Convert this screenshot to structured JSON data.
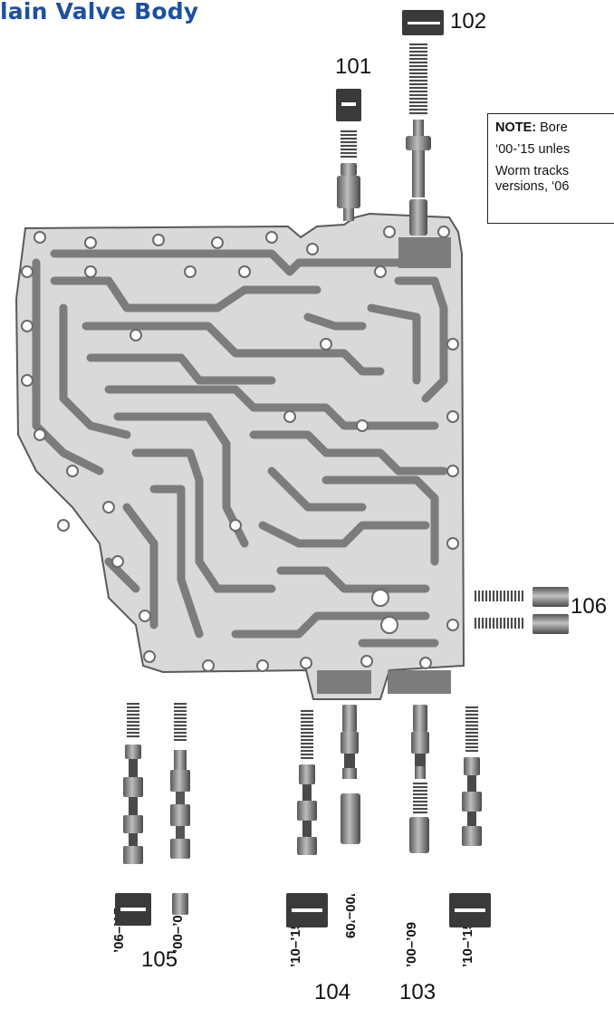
{
  "header": {
    "title": "lain Valve Body"
  },
  "callouts": {
    "c101": "101",
    "c102": "102",
    "c103": "103",
    "c104": "104",
    "c105": "105",
    "c106": "106"
  },
  "note": {
    "label": "NOTE:",
    "line1": " Bore",
    "line2": "‘00-’15 unles",
    "line3": "Worm tracks",
    "line4": "versions, ‘06"
  },
  "years": {
    "y105a": "’06–’15",
    "y105b": "’00–’05",
    "y104a": "’10–’15",
    "y104b": "’00–’09",
    "y103a": "’00–’09",
    "y103b": "’10–’15"
  },
  "colors": {
    "title": "#1d50a0",
    "plate": "#d9d9d9",
    "channel": "#7c7c7c",
    "part_dark": "#3a3a3a"
  }
}
